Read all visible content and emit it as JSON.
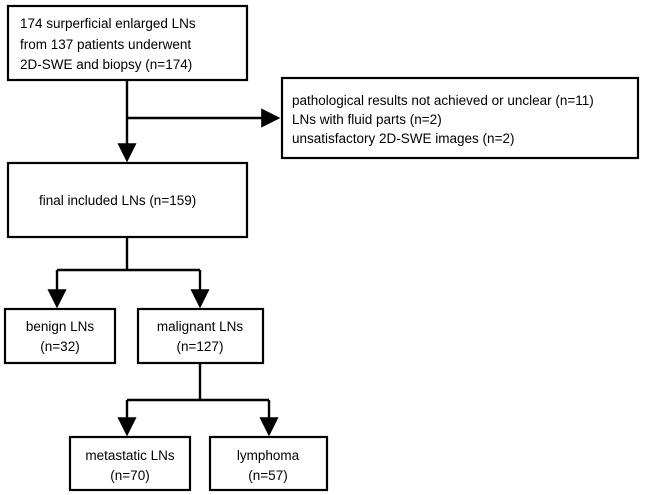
{
  "nodes": {
    "start": {
      "line1": "174 surperficial enlarged LNs",
      "line2": "from 137 patients underwent",
      "line3": "2D-SWE and biopsy (n=174)"
    },
    "exclusion": {
      "line1": "pathological results not achieved or unclear (n=11)",
      "line2": "LNs with fluid parts (n=2)",
      "line3": "unsatisfactory 2D-SWE images (n=2)"
    },
    "included": {
      "line1": "final included LNs (n=159)"
    },
    "benign": {
      "line1": "benign LNs",
      "line2": "(n=32)"
    },
    "malignant": {
      "line1": "malignant LNs",
      "line2": "(n=127)"
    },
    "metastatic": {
      "line1": "metastatic LNs",
      "line2": "(n=70)"
    },
    "lymphoma": {
      "line1": "lymphoma",
      "line2": "(n=57)"
    }
  }
}
